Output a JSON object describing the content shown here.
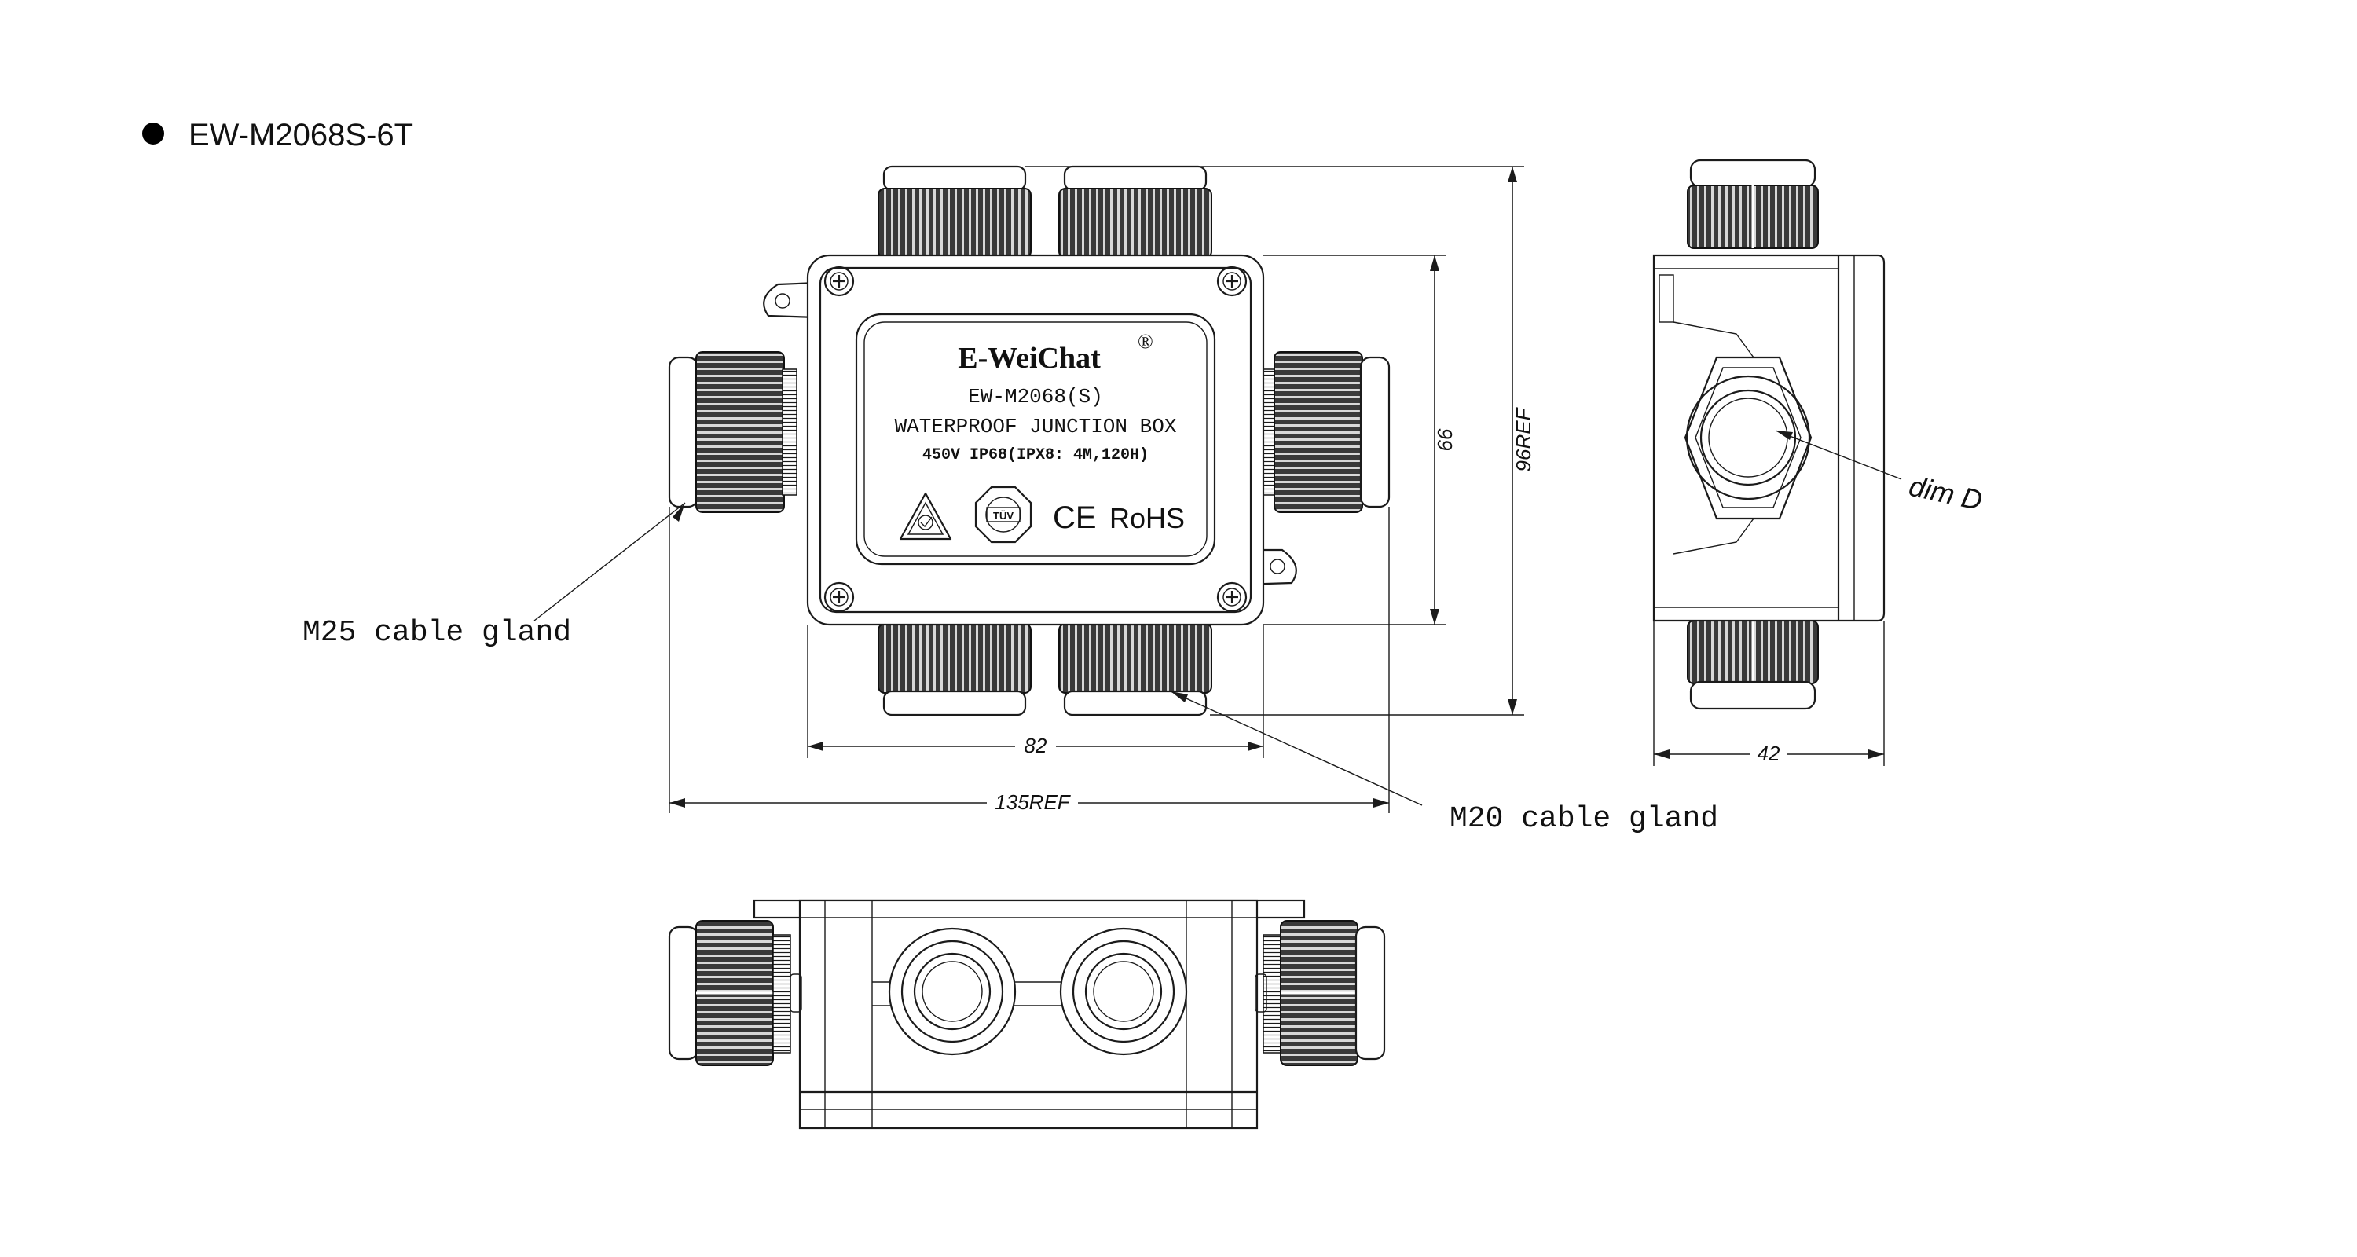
{
  "title": "EW-M2068S-6T",
  "label_plate": {
    "brand": "E-WeiChat",
    "registered": "®",
    "model": "EW-M2068(S)",
    "product": "WATERPROOF JUNCTION BOX",
    "rating": "450V  IP68(IPX8: 4M,120H)",
    "tuv": "TÜV",
    "ce": "CE",
    "rohs": "RoHS"
  },
  "dimensions": {
    "height_box": "66",
    "height_total": "96REF",
    "width_box": "82",
    "width_total": "135REF",
    "depth": "42",
    "gland_dim": "dim D"
  },
  "callouts": {
    "m25": "M25 cable gland",
    "m20": "M20 cable gland"
  },
  "icons": [
    "bullet-icon",
    "ce-mark-icon",
    "tuv-mark-icon",
    "check-mark-icon"
  ]
}
